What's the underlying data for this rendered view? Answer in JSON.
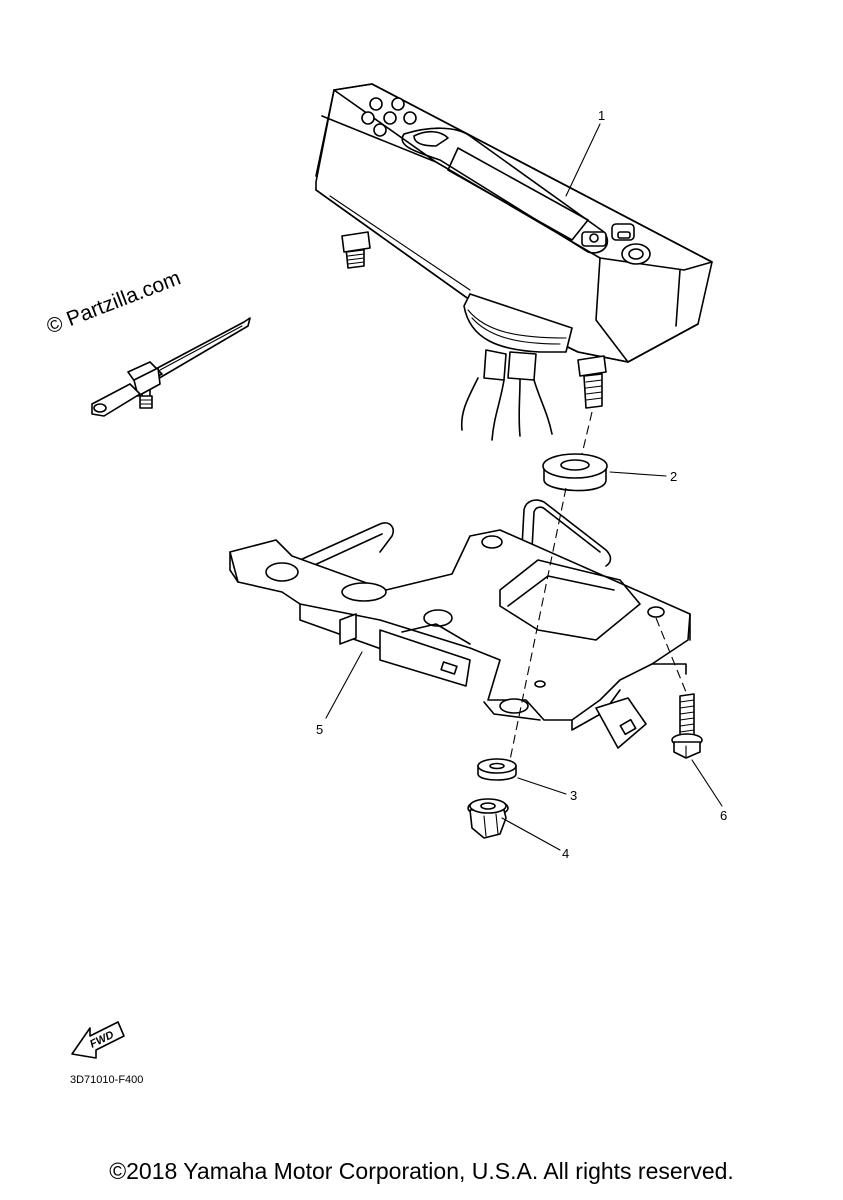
{
  "watermark": "© Partzilla.com",
  "callouts": [
    {
      "num": "1",
      "part": "meter-assembly"
    },
    {
      "num": "2",
      "part": "grommet"
    },
    {
      "num": "3",
      "part": "collar"
    },
    {
      "num": "4",
      "part": "nut"
    },
    {
      "num": "5",
      "part": "meter-bracket"
    },
    {
      "num": "6",
      "part": "bolt"
    }
  ],
  "fwd_label": "FWD",
  "diagram_code": "3D71010-F400",
  "copyright": "©2018 Yamaha Motor Corporation, U.S.A. All rights reserved."
}
